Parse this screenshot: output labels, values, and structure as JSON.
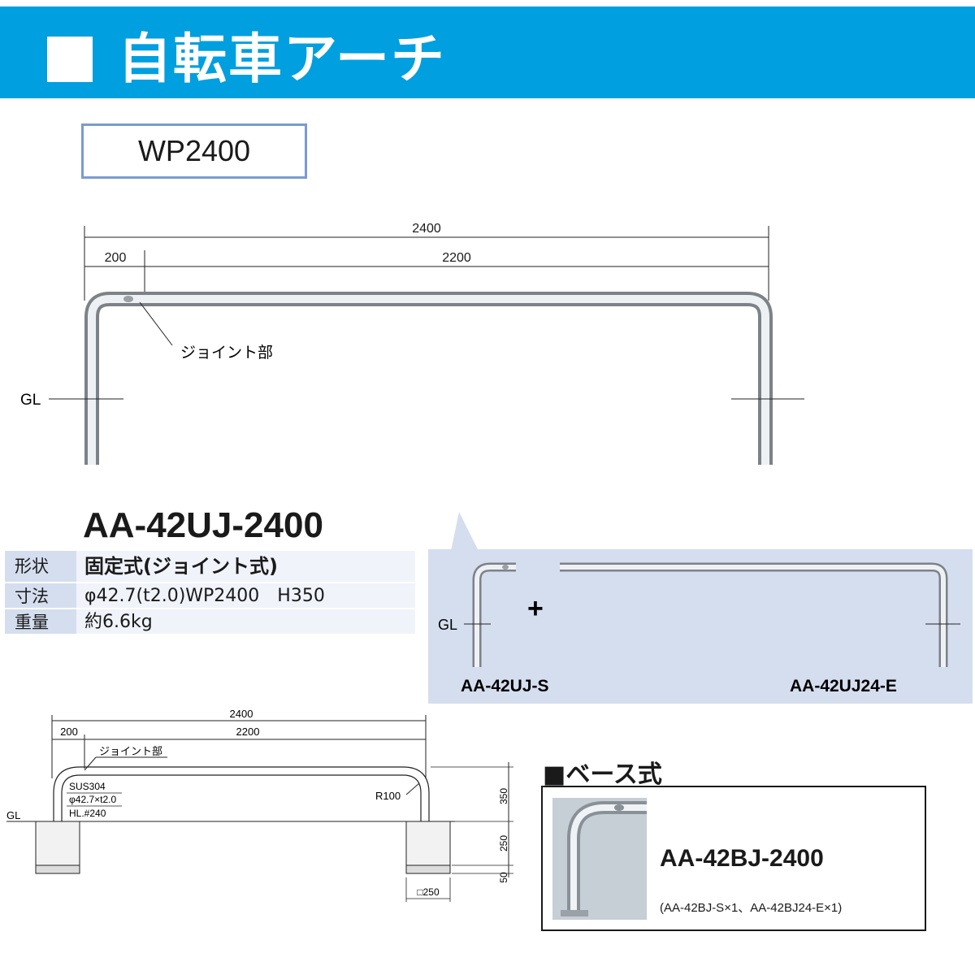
{
  "header": {
    "title": "自転車アーチ"
  },
  "model_code": "WP2400",
  "top_drawing": {
    "dim_total": "2400",
    "dim_left": "200",
    "dim_right": "2200",
    "joint_label": "ジョイント部",
    "gl_label": "GL"
  },
  "product": {
    "name": "AA-42UJ-2400",
    "specs": [
      {
        "key": "形状",
        "value": "固定式(ジョイント式)"
      },
      {
        "key": "寸法",
        "value": "φ42.7(t2.0)WP2400　H350"
      },
      {
        "key": "重量",
        "value": "約6.6kg"
      }
    ]
  },
  "kit": {
    "gl_label": "GL",
    "plus": "+",
    "part_s": "AA-42UJ-S",
    "part_e": "AA-42UJ24-E"
  },
  "detail_drawing": {
    "dim_total": "2400",
    "dim_left": "200",
    "dim_right": "2200",
    "joint_label": "ジョイント部",
    "material": "SUS304",
    "pipe": "φ42.7×t2.0",
    "finish": "HL.#240",
    "radius": "R100",
    "gl_label": "GL",
    "dim_h1": "350",
    "dim_h2": "250",
    "dim_h3": "50",
    "dim_base": "□250"
  },
  "base_type": {
    "heading": "■ベース式",
    "model": "AA-42BJ-2400",
    "note": "(AA-42BJ-S×1、AA-42BJ24-E×1)"
  },
  "colors": {
    "header_bg": "#009fdf",
    "box_border": "#7b9ad0",
    "table_key_bg": "#d5deef",
    "table_val_bg": "#f0f3fa",
    "kit_bg": "#d5deef"
  }
}
